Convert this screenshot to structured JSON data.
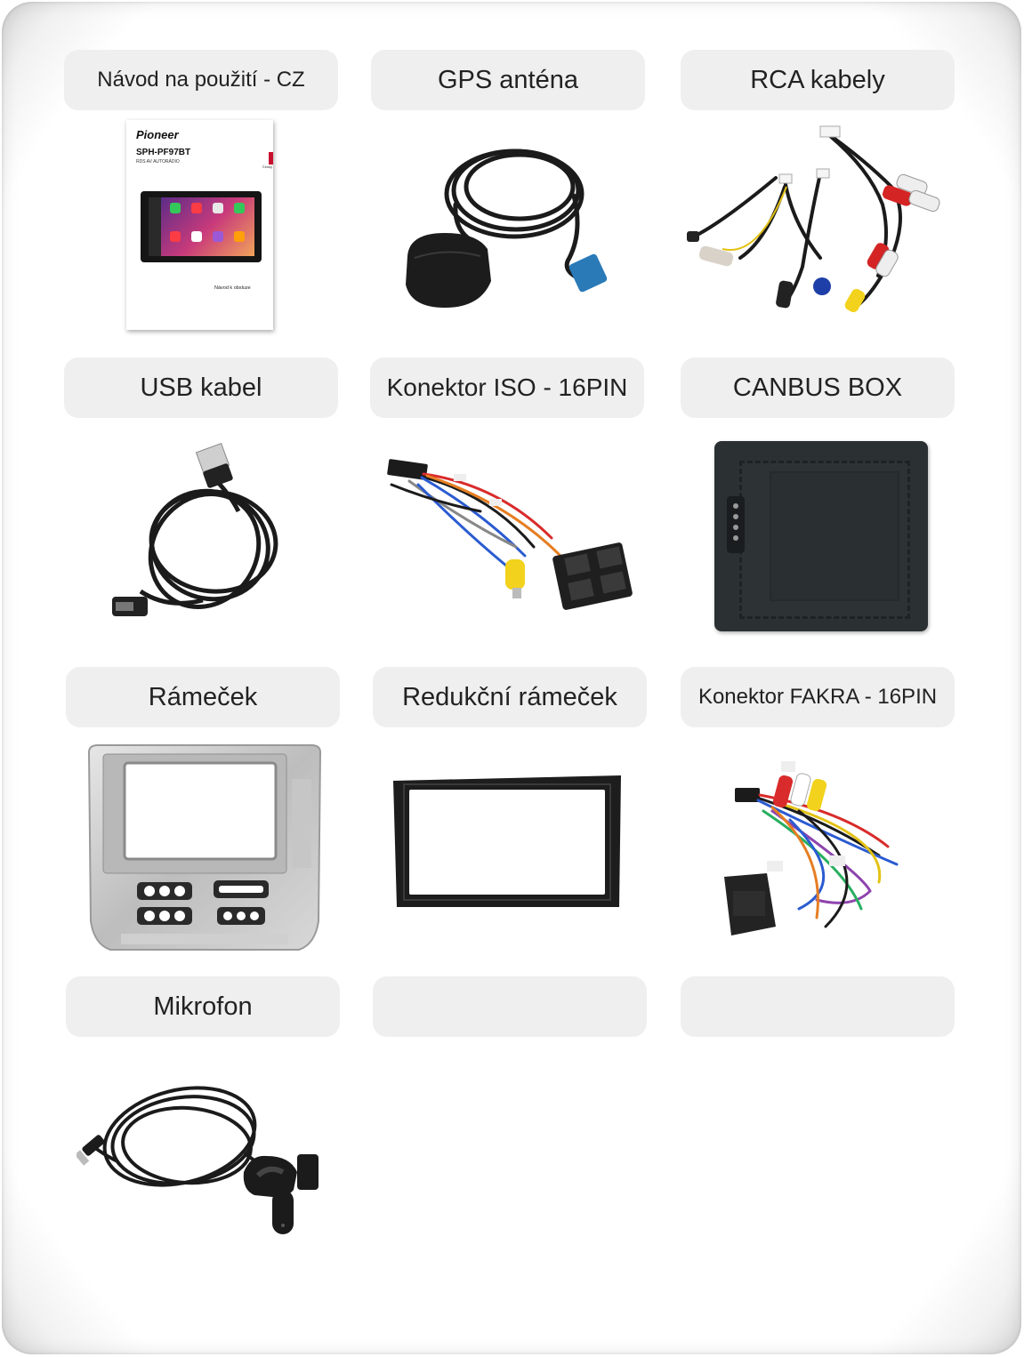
{
  "items": [
    {
      "label": "Návod na použití - CZ",
      "image": "manual-booklet"
    },
    {
      "label": "GPS anténa",
      "image": "gps-antenna"
    },
    {
      "label": "RCA kabely",
      "image": "rca-cables"
    },
    {
      "label": "USB kabel",
      "image": "usb-cable"
    },
    {
      "label": "Konektor ISO - 16PIN",
      "image": "iso-connector-harness"
    },
    {
      "label": "CANBUS BOX",
      "image": "canbus-box"
    },
    {
      "label": "Rámeček",
      "image": "silver-frame"
    },
    {
      "label": "Redukční rámeček",
      "image": "reduction-frame"
    },
    {
      "label": "Konektor FAKRA - 16PIN",
      "image": "fakra-connector-harness"
    },
    {
      "label": "Mikrofon",
      "image": "microphone"
    },
    {
      "label": "",
      "image": ""
    },
    {
      "label": "",
      "image": ""
    }
  ],
  "manual": {
    "brand": "Pioneer",
    "model": "SPH-PF97BT",
    "subtitle": "RDS AV AUTORÁDIO",
    "footer": "Návod k obsluze",
    "side_label": "Česky"
  },
  "colors": {
    "label_bg": "#efefef",
    "text": "#222222",
    "cable": "#1b1b1b"
  }
}
